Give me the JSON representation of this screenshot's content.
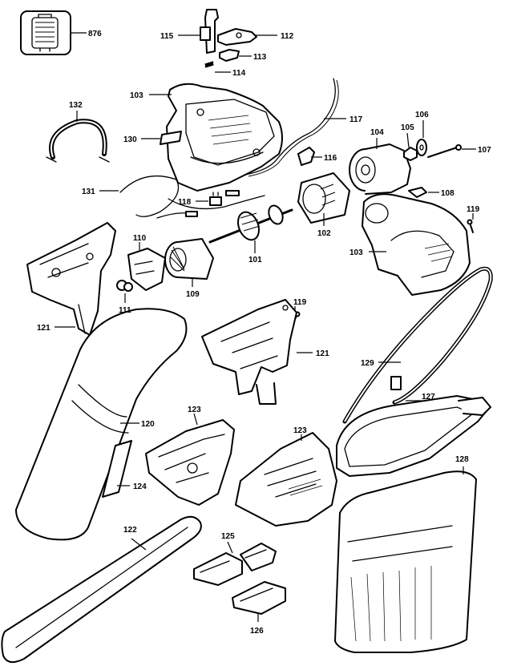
{
  "diagram": {
    "labels": {
      "p876": "876",
      "p115": "115",
      "p112": "112",
      "p113": "113",
      "p114": "114",
      "p103a": "103",
      "p117": "117",
      "p132": "132",
      "p104": "104",
      "p105": "105",
      "p106": "106",
      "p107": "107",
      "p130": "130",
      "p116": "116",
      "p131": "131",
      "p118": "118",
      "p108": "108",
      "p102": "102",
      "p119a": "119",
      "p110": "110",
      "p101": "101",
      "p103b": "103",
      "p111": "111",
      "p109": "109",
      "p119b": "119",
      "p121a": "121",
      "p121b": "121",
      "p129": "129",
      "p127": "127",
      "p120": "120",
      "p123a": "123",
      "p123b": "123",
      "p124": "124",
      "p128": "128",
      "p122": "122",
      "p125": "125",
      "p126": "126"
    }
  }
}
